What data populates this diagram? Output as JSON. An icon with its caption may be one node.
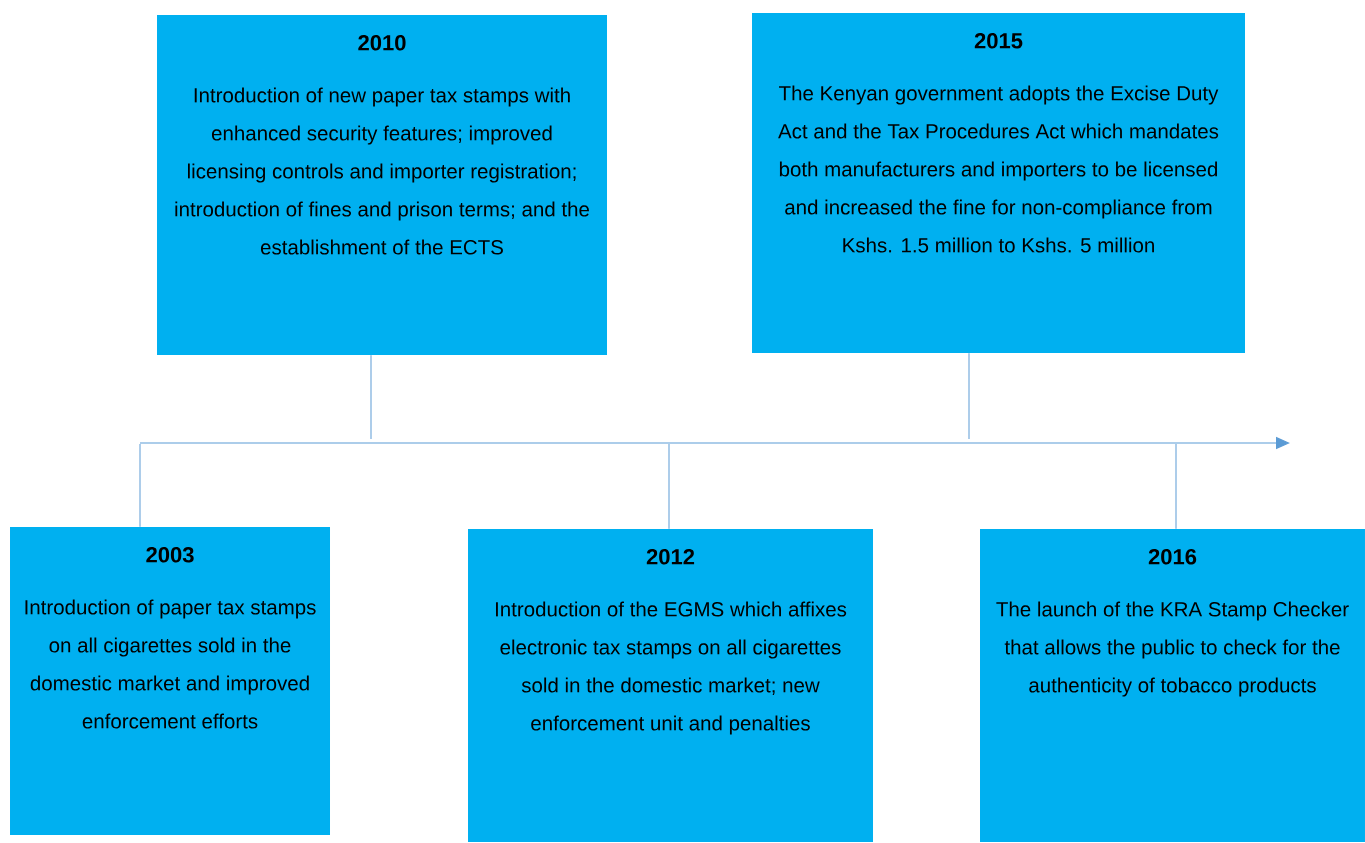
{
  "diagram": {
    "nodes": [
      {
        "text": [
          "2010",
          "Introduction of new paper tax stamps with enhanced security features; improved licensing controls and importer registration; introduction of fines and prison terms; and the establishment of the ECTS"
        ]
      },
      {
        "text": [
          "2015",
          "The Kenyan government adopts the Excise Duty Act and the Tax Procedures Act which mandates both manufacturers and importers to be licensed and increased the fine for non-compliance from Kshs. 1.5 million to Kshs. 5 million"
        ]
      },
      {
        "text": [
          "2003",
          "Introduction of paper tax stamps on all cigarettes sold in the domestic market and improved enforcement efforts"
        ]
      },
      {
        "text": [
          "2012",
          "Introduction of the EGMS which affixes electronic tax stamps on all cigarettes sold in the domestic market; new enforcement unit and penalties"
        ]
      },
      {
        "text": [
          "2016",
          "The launch of the KRA Stamp Checker that allows the public to check for the authenticity of tobacco products"
        ]
      }
    ],
    "edges": [
      {
        "from": 0,
        "to": null,
        "arrow": "none"
      },
      {
        "from": 1,
        "to": null,
        "arrow": "none"
      },
      {
        "from": 2,
        "to": null,
        "arrow": "none"
      },
      {
        "from": 3,
        "to": null,
        "arrow": "none"
      },
      {
        "from": 4,
        "to": null,
        "arrow": "none"
      }
    ]
  }
}
